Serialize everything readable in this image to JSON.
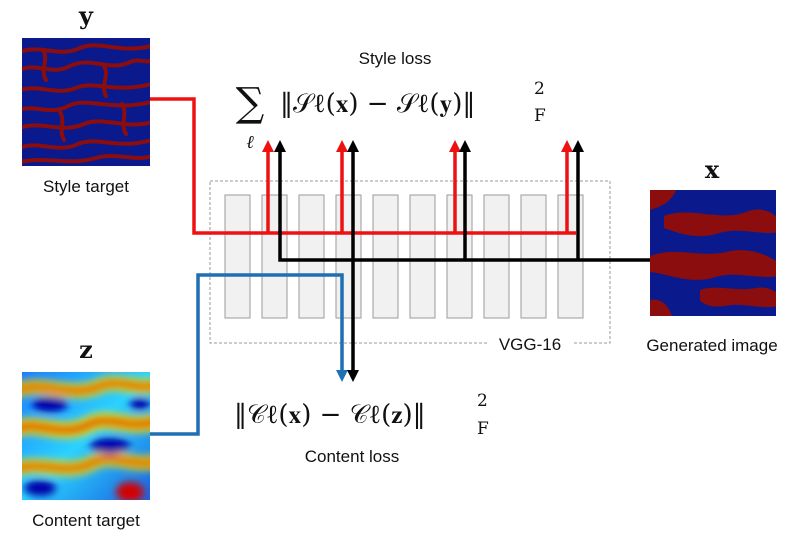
{
  "images": {
    "style": {
      "var": "y",
      "caption": "Style target",
      "colors": {
        "background": "#0a1a8c",
        "pattern": "#8b0d0d"
      }
    },
    "content": {
      "var": "z",
      "caption": "Content target",
      "colors": {
        "low": "#0000a8",
        "mid": "#3fd0ff",
        "high": "#d40000",
        "warm": "#ffe000"
      }
    },
    "generated": {
      "var": "x",
      "caption": "Generated image",
      "colors": {
        "background": "#0a1a8c",
        "pattern": "#8b0d0d"
      }
    }
  },
  "network": {
    "name": "VGG-16",
    "layer_count": 10
  },
  "style_loss": {
    "title": "Style loss",
    "formula_sum": "∑",
    "formula_index": "ℓ",
    "formula_body": "‖𝒮ℓ(𝐱) − 𝒮ℓ(𝐲)‖",
    "formula_sup": "2",
    "formula_sub": "F"
  },
  "content_loss": {
    "title": "Content loss",
    "formula_body": "‖𝒞ℓ(𝐱) − 𝒞ℓ(𝐳)‖",
    "formula_sup": "2",
    "formula_sub": "F"
  },
  "colors": {
    "style_path": "#ee1111",
    "content_path": "#1f6fb4",
    "generated_path": "#000000"
  }
}
